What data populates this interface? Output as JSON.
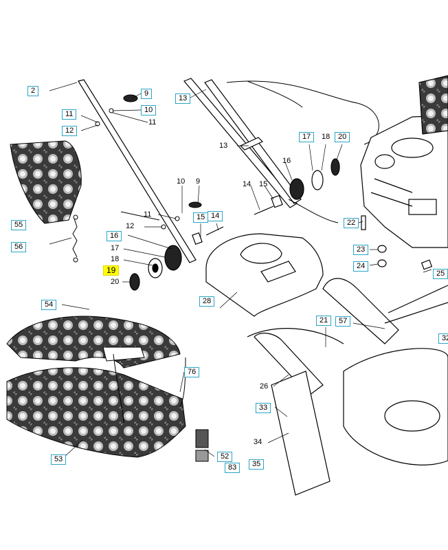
{
  "colors": {
    "callout_border": "#2aa5c6",
    "highlight": "#ffff00",
    "line": "#000000"
  },
  "highlighted_part": "19",
  "labels": {
    "c2": "2",
    "c9a": "9",
    "c10a": "10",
    "c11a": "11",
    "c11b": "11",
    "c12a": "12",
    "c13a": "13",
    "c13b": "13",
    "c17": "17",
    "c18a": "18",
    "c20a": "20",
    "c16a": "16",
    "c14a": "14",
    "c15a": "15",
    "c10b": "10",
    "c9b": "9",
    "c11c": "11",
    "c12b": "12",
    "c15b": "15",
    "c14b": "14",
    "c22": "22",
    "c16b": "16",
    "c17b": "17",
    "c18b": "18",
    "c19": "19",
    "c20b": "20",
    "c23": "23",
    "c24": "24",
    "c25": "25",
    "c55": "55",
    "c56": "56",
    "c28": "28",
    "c54": "54",
    "c21": "21",
    "c57": "57",
    "c32": "32",
    "c76": "76",
    "c26": "26",
    "c33": "33",
    "c34": "34",
    "c53": "53",
    "c52": "52",
    "c83": "83",
    "c35": "35"
  }
}
